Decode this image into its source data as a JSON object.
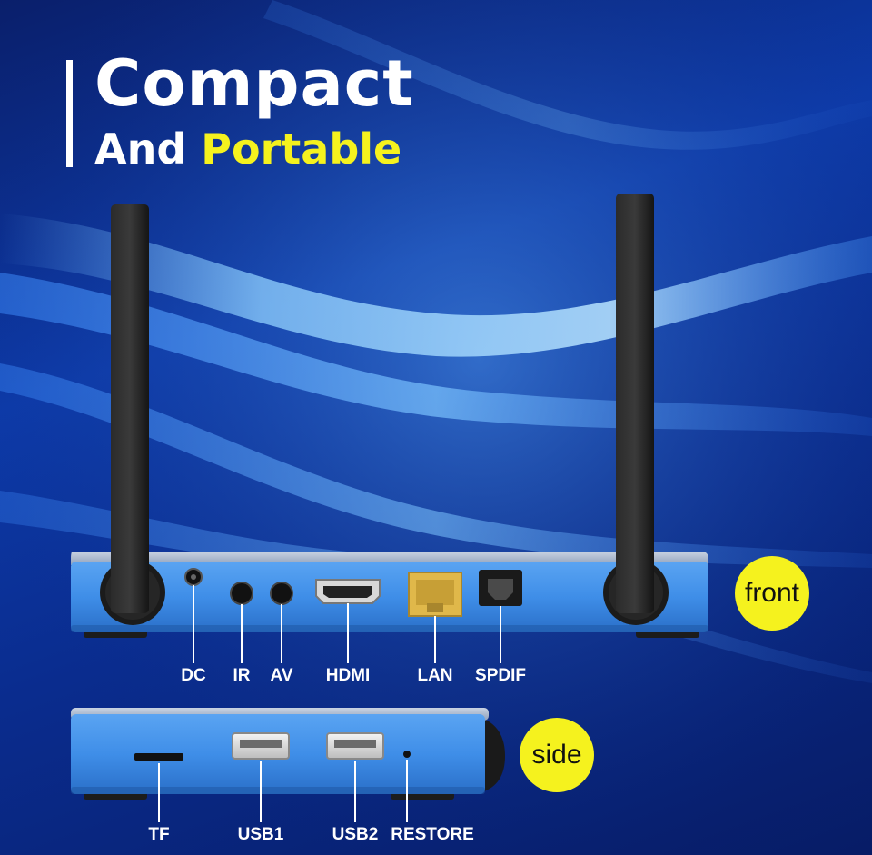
{
  "heading": {
    "line1": "Compact",
    "line2_white": "And",
    "line2_yellow": "Portable"
  },
  "colors": {
    "accent_yellow": "#f5f21e",
    "device_blue": "#3f8ee8",
    "background_blue": "#0a2c8e",
    "lan_port": "#e0b84a"
  },
  "front_view": {
    "badge": "front",
    "ports": [
      "DC",
      "IR",
      "AV",
      "HDMI",
      "LAN",
      "SPDIF"
    ]
  },
  "side_view": {
    "badge": "side",
    "ports": [
      "TF",
      "USB1",
      "USB2",
      "RESTORE"
    ]
  }
}
